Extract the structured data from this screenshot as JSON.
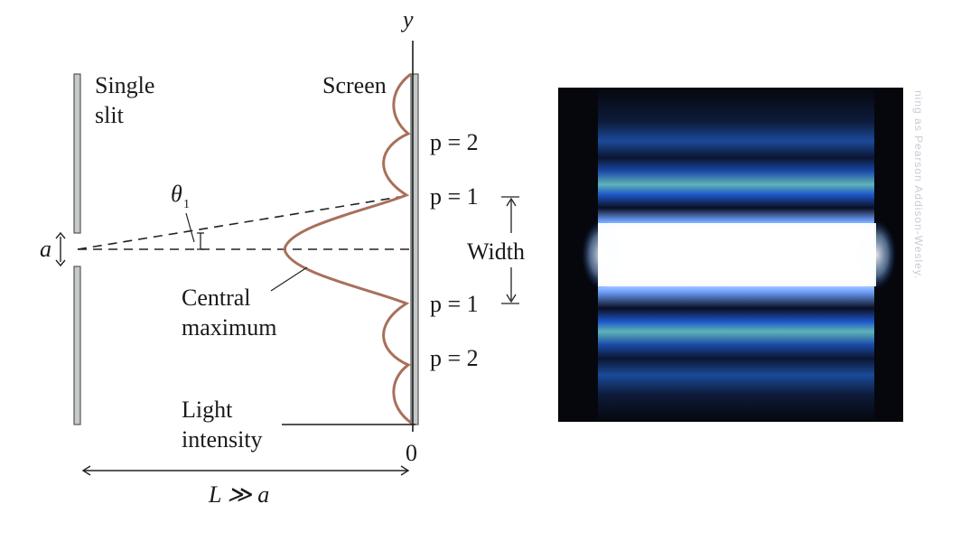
{
  "labels": {
    "y_axis": "y",
    "screen": "Screen",
    "single_slit_line1": "Single",
    "single_slit_line2": "slit",
    "theta": "θ",
    "theta_sub": "1",
    "slit_width": "a",
    "central_max_line1": "Central",
    "central_max_line2": "maximum",
    "light_intensity_line1": "Light",
    "light_intensity_line2": "intensity",
    "zero": "0",
    "distance": "L ≫ a",
    "p2_top": "p = 2",
    "p1_top": "p = 1",
    "p1_bottom": "p = 1",
    "p2_bottom": "p = 2",
    "width": "Width"
  },
  "photo": {
    "credit": "ning as Pearson Addison-Wesley."
  },
  "colors": {
    "intensity_curve": "#a8705a",
    "slit_fill": "#c4cac9",
    "fringe_bright": "#ffffff",
    "fringe_blue": "#1f6fd6",
    "fringe_dark": "#05070c"
  }
}
